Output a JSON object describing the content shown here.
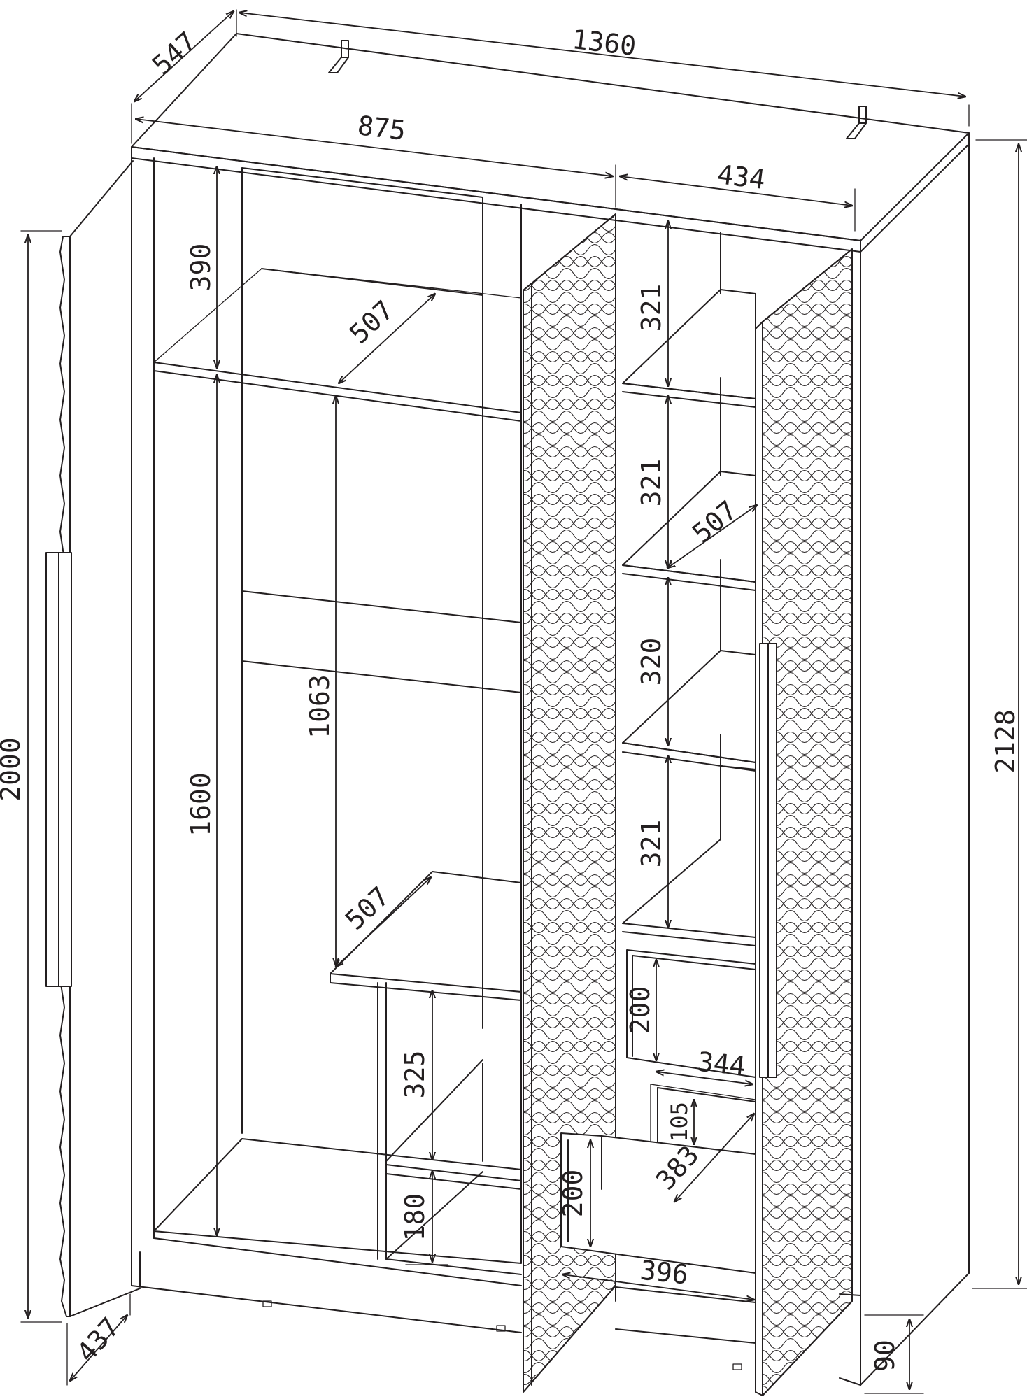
{
  "dimensions": {
    "total_width": "1360",
    "total_depth": "547",
    "left_section_width": "875",
    "right_section_width": "434",
    "total_height": "2128",
    "door_height": "2000",
    "door_width": "437",
    "plinth_height": "90",
    "left_top_compartment": "390",
    "left_shelf_depth_top": "507",
    "left_hanging_height": "1600",
    "hanging_rail_height": "1063",
    "left_shelf_depth_lower": "507",
    "lower_niche_height": "325",
    "bottom_niche_height": "180",
    "right_shelf_1": "321",
    "right_shelf_2": "321",
    "right_shelf_depth": "507",
    "right_shelf_3": "320",
    "right_shelf_4": "321",
    "drawer_front_upper": "200",
    "drawer_inner_width": "344",
    "drawer_inner_height": "105",
    "drawer_inner_depth": "383",
    "drawer_front_lower": "200",
    "drawer_width": "396"
  },
  "colors": {
    "line": "#231f20",
    "background": "#ffffff"
  }
}
